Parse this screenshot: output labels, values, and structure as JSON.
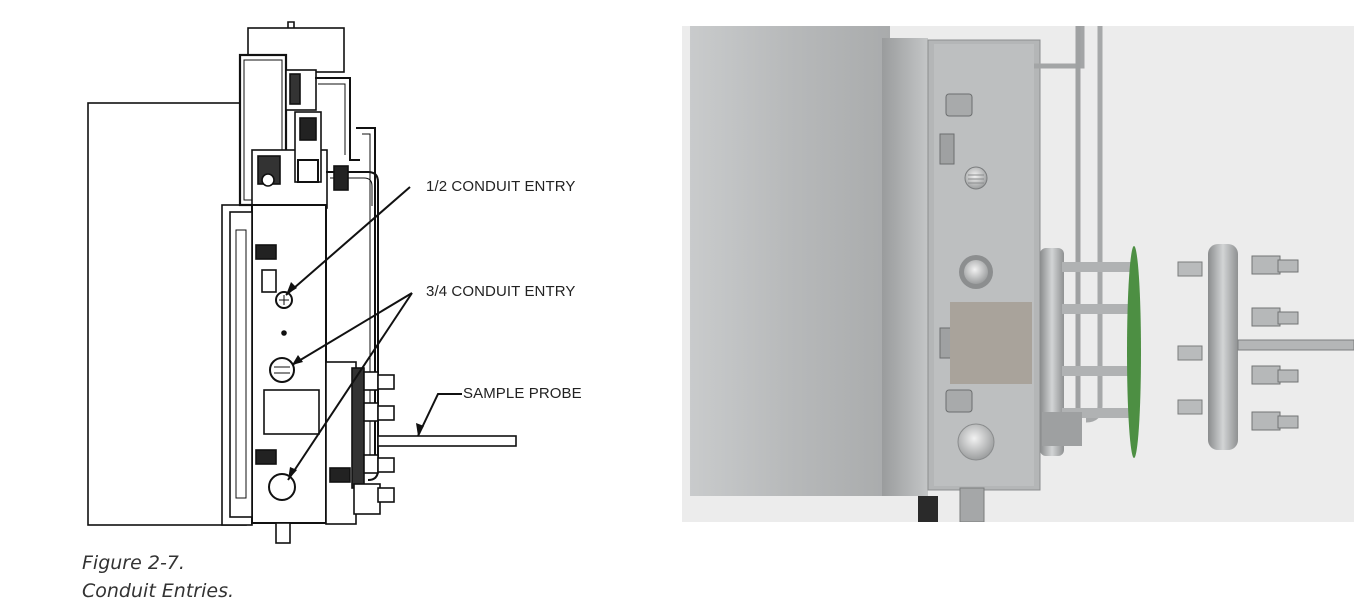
{
  "figure": {
    "label": "Figure 2-7.",
    "title": "Conduit Entries."
  },
  "callouts": {
    "half_inch_conduit": "1/2 CONDUIT ENTRY",
    "three_quarter_conduit": "3/4 CONDUIT ENTRY",
    "sample_probe": "SAMPLE PROBE"
  },
  "colors": {
    "line": "#111111",
    "stainless": "#b9bbbc",
    "gasket_green": "#4d8f43"
  }
}
